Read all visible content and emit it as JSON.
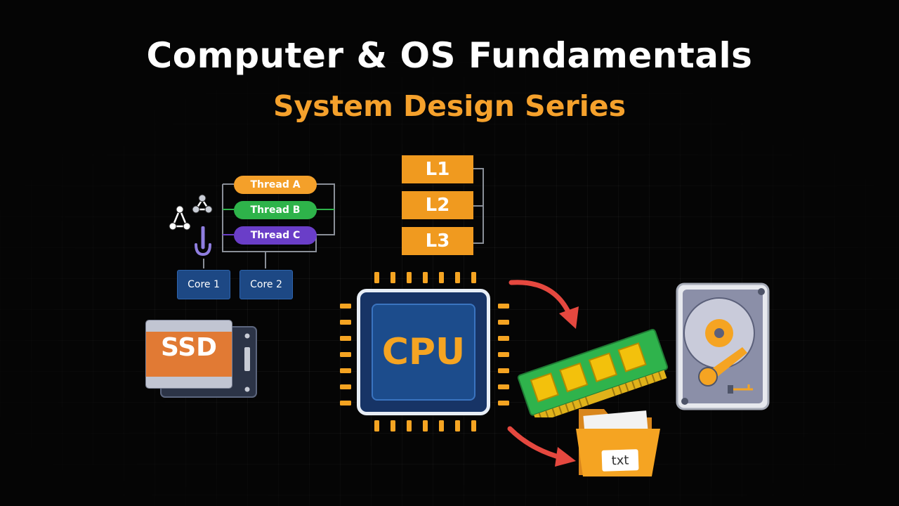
{
  "header": {
    "title": "Computer & OS Fundamentals",
    "subtitle": "System Design Series"
  },
  "threads": [
    {
      "label": "Thread A",
      "color": "#f4a02a"
    },
    {
      "label": "Thread B",
      "color": "#2eb34a"
    },
    {
      "label": "Thread C",
      "color": "#6a3ec8"
    }
  ],
  "cores": [
    "Core 1",
    "Core 2"
  ],
  "cache_levels": [
    "L1",
    "L2",
    "L3"
  ],
  "cpu": {
    "label": "CPU"
  },
  "ssd": {
    "label": "SSD"
  },
  "file": {
    "label": "txt"
  },
  "colors": {
    "accent_orange": "#f5a12c",
    "arrow_red": "#e5483f",
    "chip_blue": "#1c4c8c",
    "ram_green": "#2fb34c"
  },
  "icons": [
    "process-graph-icon",
    "fork-icon",
    "cpu-chip-icon",
    "ram-module-icon",
    "folder-icon",
    "hard-drive-icon",
    "ssd-icon",
    "red-arrow-icon"
  ]
}
